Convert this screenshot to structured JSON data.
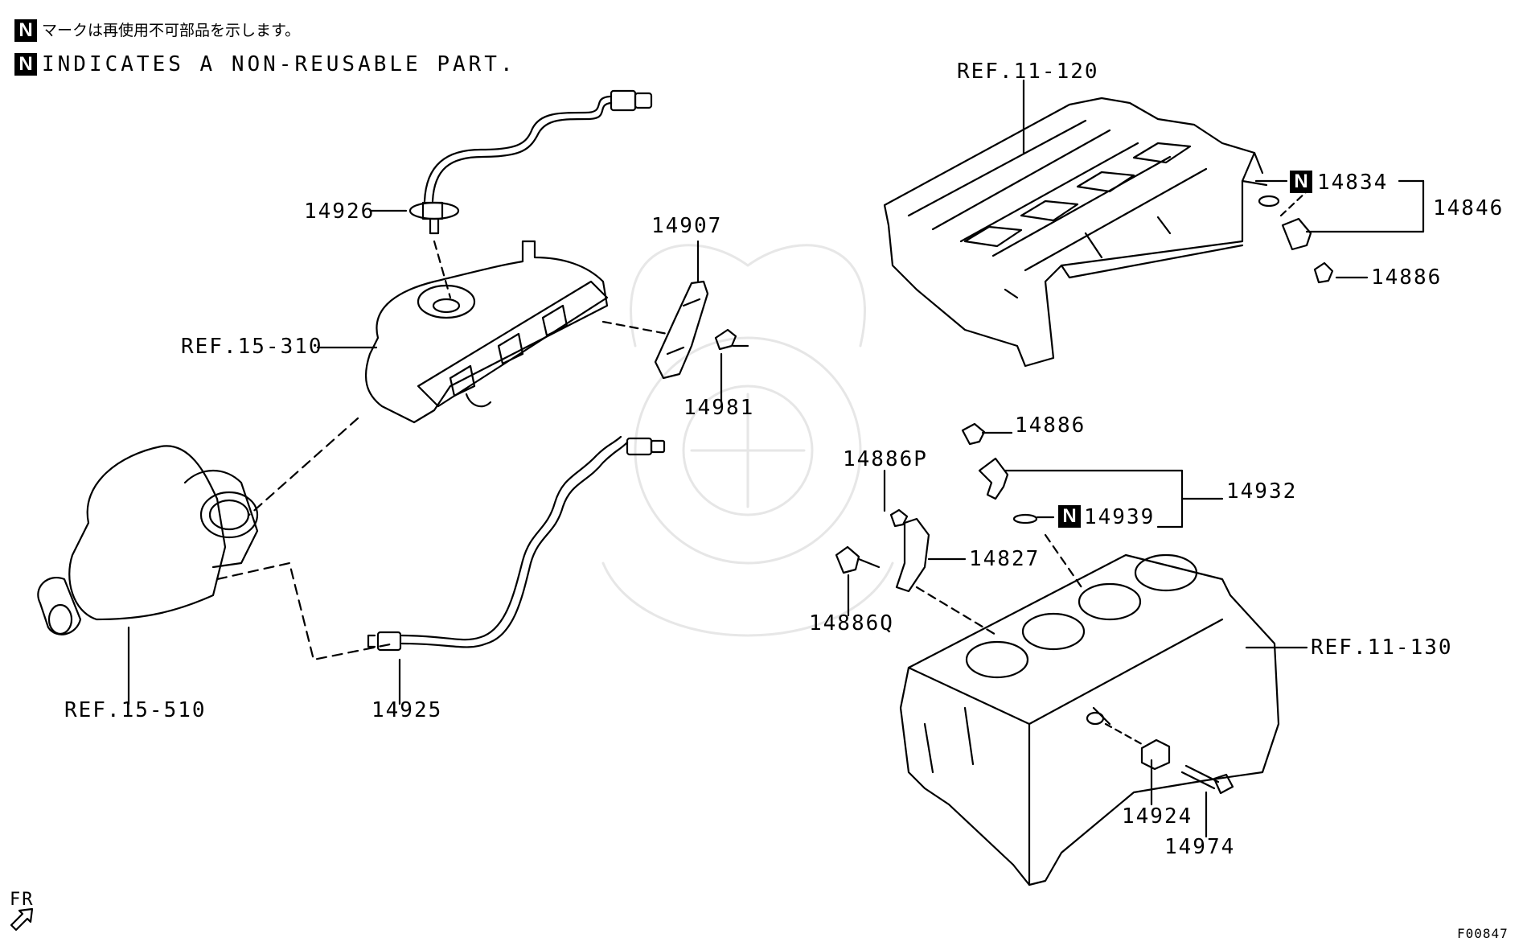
{
  "legend": {
    "badge": "N",
    "japanese": "マークは再使用不可部品を示します。",
    "english": "INDICATES A NON-REUSABLE PART."
  },
  "callouts": {
    "ref_11_120": "REF.11-120",
    "ref_15_310": "REF.15-310",
    "ref_15_510": "REF.15-510",
    "ref_11_130": "REF.11-130",
    "p14926": "14926",
    "p14907": "14907",
    "p14981": "14981",
    "p14925": "14925",
    "p14834": "14834",
    "p14846": "14846",
    "p14886_top": "14886",
    "p14886_mid": "14886",
    "p14886P": "14886P",
    "p14886Q": "14886Q",
    "p14932": "14932",
    "p14939": "14939",
    "p14827": "14827",
    "p14924": "14924",
    "p14974": "14974"
  },
  "nonreusable_badge": "N",
  "orientation": "FR",
  "diagram_code": "F00847"
}
